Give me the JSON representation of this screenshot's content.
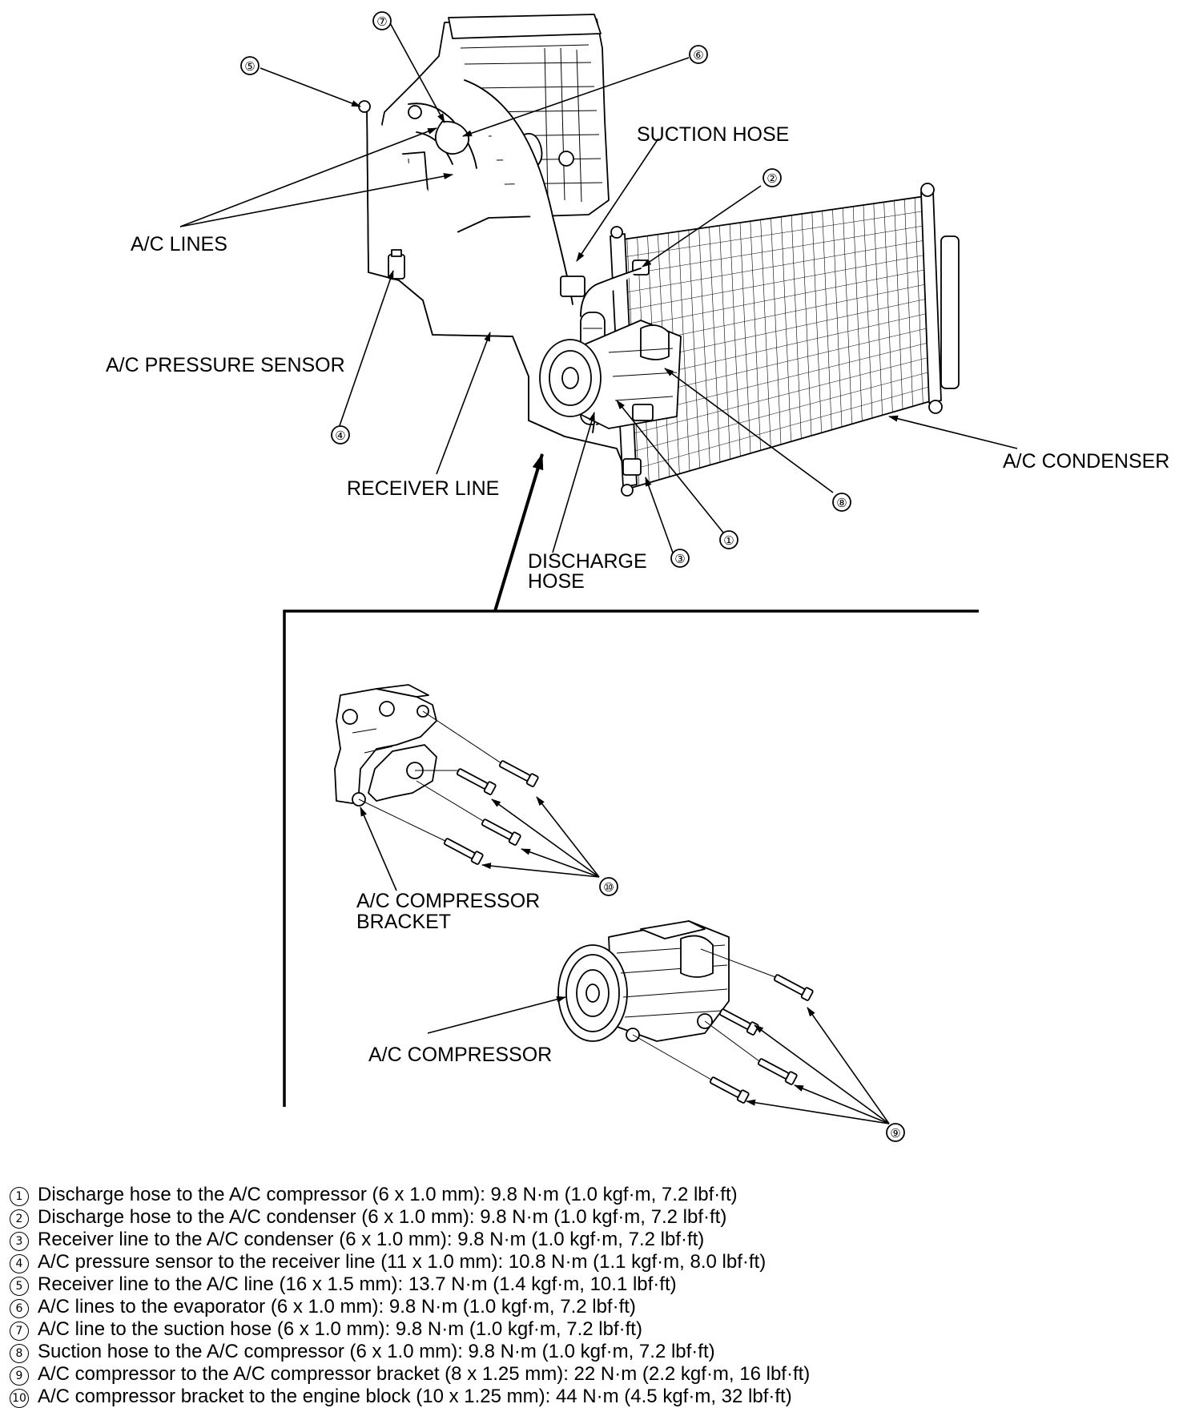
{
  "labels": {
    "suction_hose": "SUCTION HOSE",
    "ac_lines": "A/C LINES",
    "ac_pressure_sensor": "A/C PRESSURE SENSOR",
    "receiver_line": "RECEIVER LINE",
    "ac_condenser": "A/C CONDENSER",
    "discharge_hose_1": "DISCHARGE",
    "discharge_hose_2": "HOSE",
    "compressor_bracket_1": "A/C COMPRESSOR",
    "compressor_bracket_2": "BRACKET",
    "ac_compressor": "A/C COMPRESSOR"
  },
  "callouts": [
    "①",
    "②",
    "③",
    "④",
    "⑤",
    "⑥",
    "⑦",
    "⑧",
    "⑨",
    "⑩"
  ],
  "specs": [
    {
      "num": "1",
      "text": "Discharge hose to the A/C compressor (6 x 1.0 mm): 9.8 N·m (1.0 kgf·m, 7.2 lbf·ft)"
    },
    {
      "num": "2",
      "text": "Discharge hose to the A/C condenser (6 x 1.0 mm): 9.8 N·m (1.0 kgf·m, 7.2 lbf·ft)"
    },
    {
      "num": "3",
      "text": "Receiver line to the A/C condenser (6 x 1.0 mm): 9.8 N·m (1.0 kgf·m, 7.2 lbf·ft)"
    },
    {
      "num": "4",
      "text": "A/C pressure sensor to the receiver line (11 x 1.0 mm): 10.8 N·m (1.1 kgf·m, 8.0 lbf·ft)"
    },
    {
      "num": "5",
      "text": "Receiver line to the A/C line (16 x 1.5 mm): 13.7 N·m (1.4 kgf·m, 10.1 lbf·ft)"
    },
    {
      "num": "6",
      "text": "A/C lines to the evaporator (6 x 1.0 mm): 9.8 N·m (1.0 kgf·m, 7.2 lbf·ft)"
    },
    {
      "num": "7",
      "text": "A/C line to the suction hose (6 x 1.0 mm): 9.8 N·m (1.0 kgf·m, 7.2 lbf·ft)"
    },
    {
      "num": "8",
      "text": "Suction hose to the A/C compressor (6 x 1.0 mm): 9.8 N·m (1.0 kgf·m, 7.2 lbf·ft)"
    },
    {
      "num": "9",
      "text": "A/C compressor to the A/C compressor bracket (8 x 1.25 mm): 22 N·m (2.2 kgf·m, 16 lbf·ft)"
    },
    {
      "num": "10",
      "text": "A/C compressor bracket to the engine block (10 x 1.25 mm): 44 N·m (4.5 kgf·m, 32 lbf·ft)"
    }
  ]
}
